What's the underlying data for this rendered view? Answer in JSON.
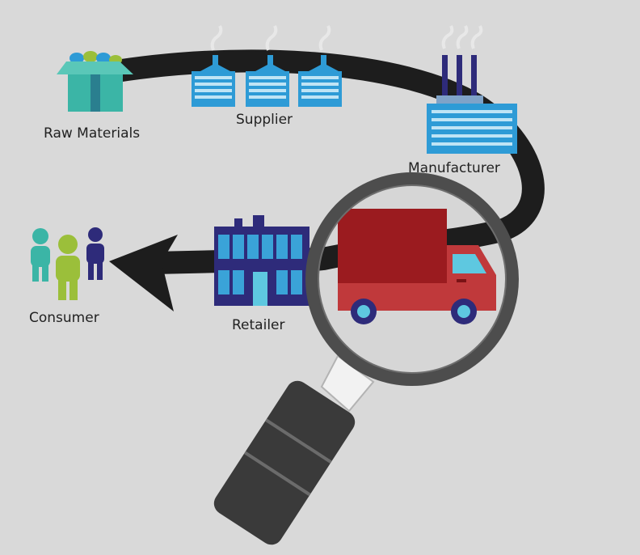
{
  "stages": {
    "raw_materials": "Raw Materials",
    "supplier": "Supplier",
    "manufacturer": "Manufacturer",
    "retailer": "Retailer",
    "consumer": "Consumer"
  },
  "icons": {
    "raw_materials": "open-box-icon",
    "supplier": "factory-icon",
    "manufacturer": "factory-smokestacks-icon",
    "retailer": "store-building-icon",
    "consumer": "people-icon",
    "transport": "delivery-truck-icon",
    "inspection": "magnifying-glass-icon"
  },
  "colors": {
    "background": "#d9d9d9",
    "path": "#1d1d1d",
    "teal": "#3bb5a6",
    "blue": "#2e9bd6",
    "navy": "#2e2b7a",
    "green": "#9bbf3a",
    "truck_red": "#c0393b",
    "lens_gray": "#4d4d4d"
  }
}
